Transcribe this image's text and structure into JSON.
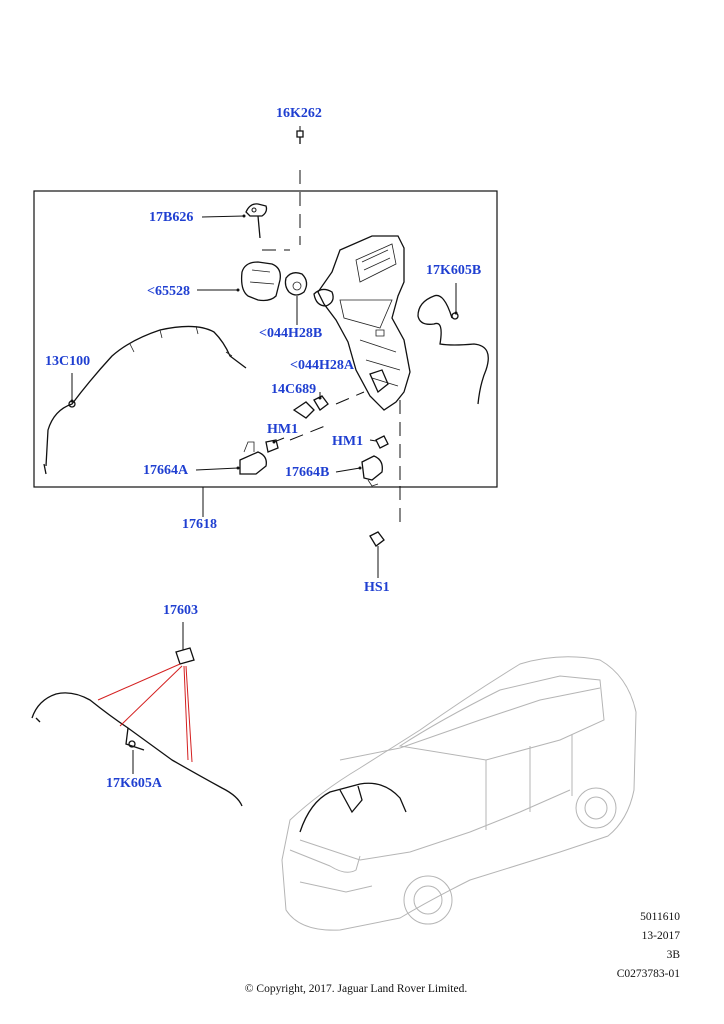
{
  "callouts": {
    "c16K262": "16K262",
    "c17B626": "17B626",
    "c65528": "<65528",
    "c044H28B": "<044H28B",
    "c17K605B": "17K605B",
    "c13C100": "13C100",
    "c044H28A": "<044H28A",
    "c14C689": "14C689",
    "cHM1_left": "HM1",
    "cHM1_right": "HM1",
    "c17664A": "17664A",
    "c17664B": "17664B",
    "c17618": "17618",
    "cHS1": "HS1",
    "c17603": "17603",
    "c17K605A": "17K605A"
  },
  "footer": {
    "line1": "5011610",
    "line2": "13-2017",
    "line3": "3B",
    "line4": "C0273783-01",
    "copyright": "© Copyright, 2017. Jaguar Land Rover Limited."
  },
  "colors": {
    "callout_text": "#1f3fd1",
    "highlight_lines": "#d42020",
    "vehicle_outline": "#b5b5b5"
  }
}
